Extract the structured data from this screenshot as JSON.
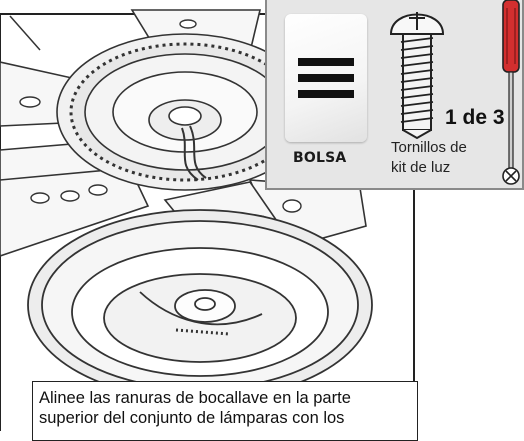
{
  "parts": {
    "bag_label": "BOLSA",
    "quantity": "1 de 3",
    "screw_name_line1": "Tornillos de",
    "screw_name_line2": "kit de luz"
  },
  "instruction": {
    "line1": "Alinee las ranuras de bocallave en la parte",
    "line2": "superior del conjunto de lámparas con los"
  },
  "icons": [
    "bag-icon",
    "screw-icon",
    "screwdriver-icon"
  ],
  "colors": {
    "panel_background": "#e6e6e6",
    "panel_border": "#8a8a8a",
    "screwdriver_handle": "#d32f2f"
  }
}
